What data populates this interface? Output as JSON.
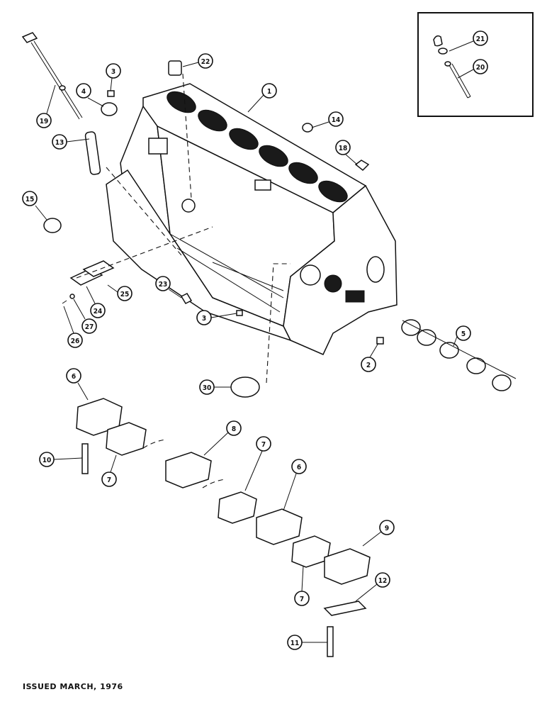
{
  "callouts": [
    "1",
    "2",
    "3",
    "4",
    "5",
    "6",
    "7",
    "8",
    "9",
    "10",
    "11",
    "12",
    "13",
    "14",
    "15",
    "18",
    "19",
    "20",
    "21",
    "22",
    "23",
    "24",
    "25",
    "26",
    "27",
    "30",
    "3",
    "6",
    "7",
    "7"
  ],
  "footer": "ISSUED MARCH, 1976"
}
